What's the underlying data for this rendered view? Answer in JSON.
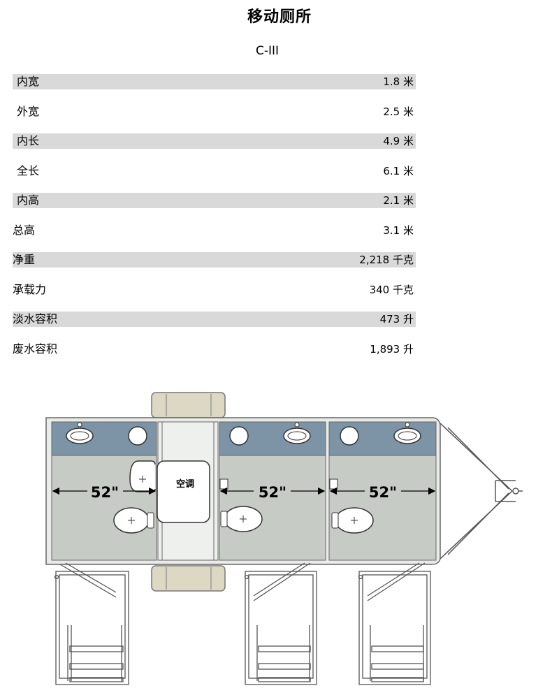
{
  "title": "移动厕所",
  "model": "C-III",
  "specs": [
    {
      "label": "内宽",
      "value": "1.8 米"
    },
    {
      "label": "外宽",
      "value": "2.5 米"
    },
    {
      "label": "内长",
      "value": "4.9 米"
    },
    {
      "label": "全长",
      "value": "6.1 米"
    },
    {
      "label": "内高",
      "value": "2.1 米"
    },
    {
      "label": "总高",
      "value": "3.1 米"
    },
    {
      "label": "净重",
      "value": "2,218 千克"
    },
    {
      "label": "承载力",
      "value": "340 千克"
    },
    {
      "label": "淡水容积",
      "value": "473 升"
    },
    {
      "label": "废水容积",
      "value": "1,893 升"
    }
  ],
  "plan": {
    "ac_label": "空调",
    "width_label_1": "52\"",
    "width_label_2": "52\"",
    "width_label_3": "52\""
  }
}
